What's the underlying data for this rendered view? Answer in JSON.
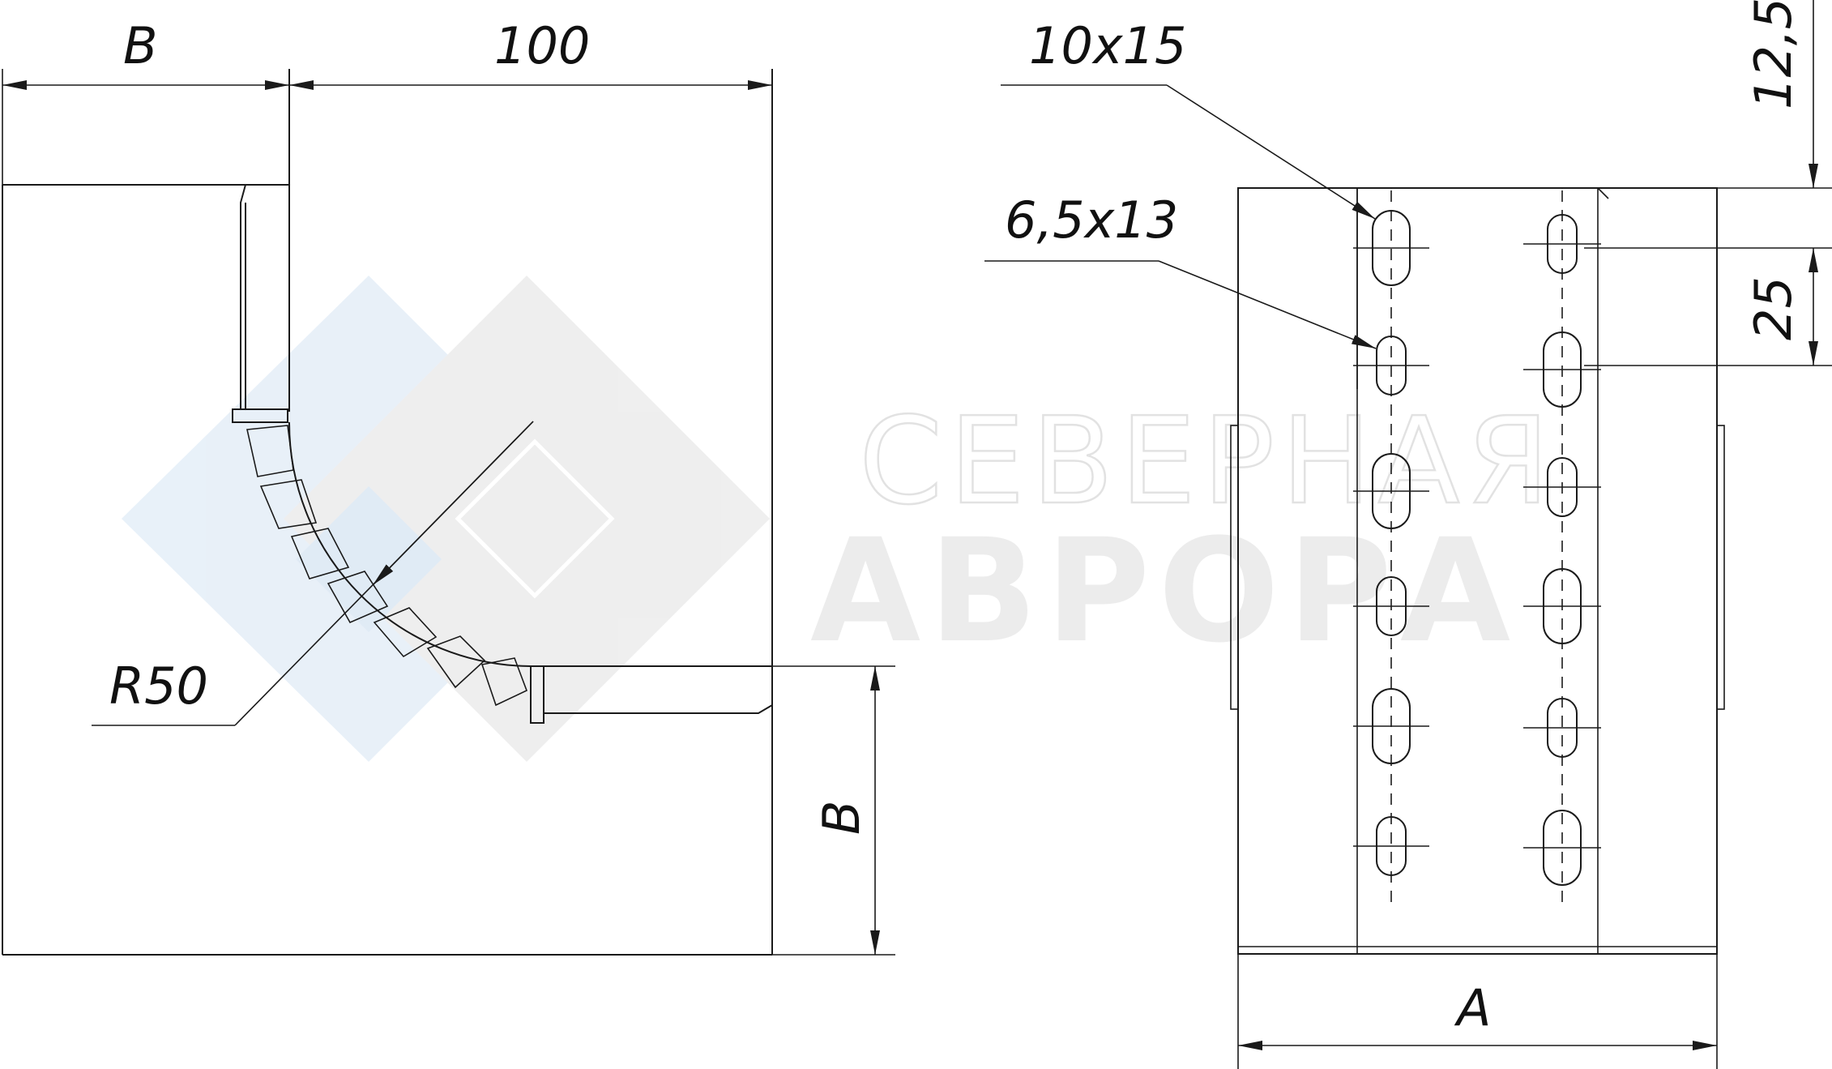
{
  "watermark": {
    "line1": "СЕВЕРНАЯ",
    "line2": "АВРОРА"
  },
  "left_view": {
    "dim_width_label": "B",
    "dim_length_label": "100",
    "dim_height_label": "B",
    "radius_label": "R50"
  },
  "right_view": {
    "hole_large_label": "10x15",
    "hole_small_label": "6,5x13",
    "dim_top_offset": "12,5",
    "dim_pitch": "25",
    "dim_width": "A"
  },
  "colors": {
    "line": "#1a1a1a",
    "watermark_light": "#e4eef7",
    "watermark_gray": "#e5e5e5"
  }
}
